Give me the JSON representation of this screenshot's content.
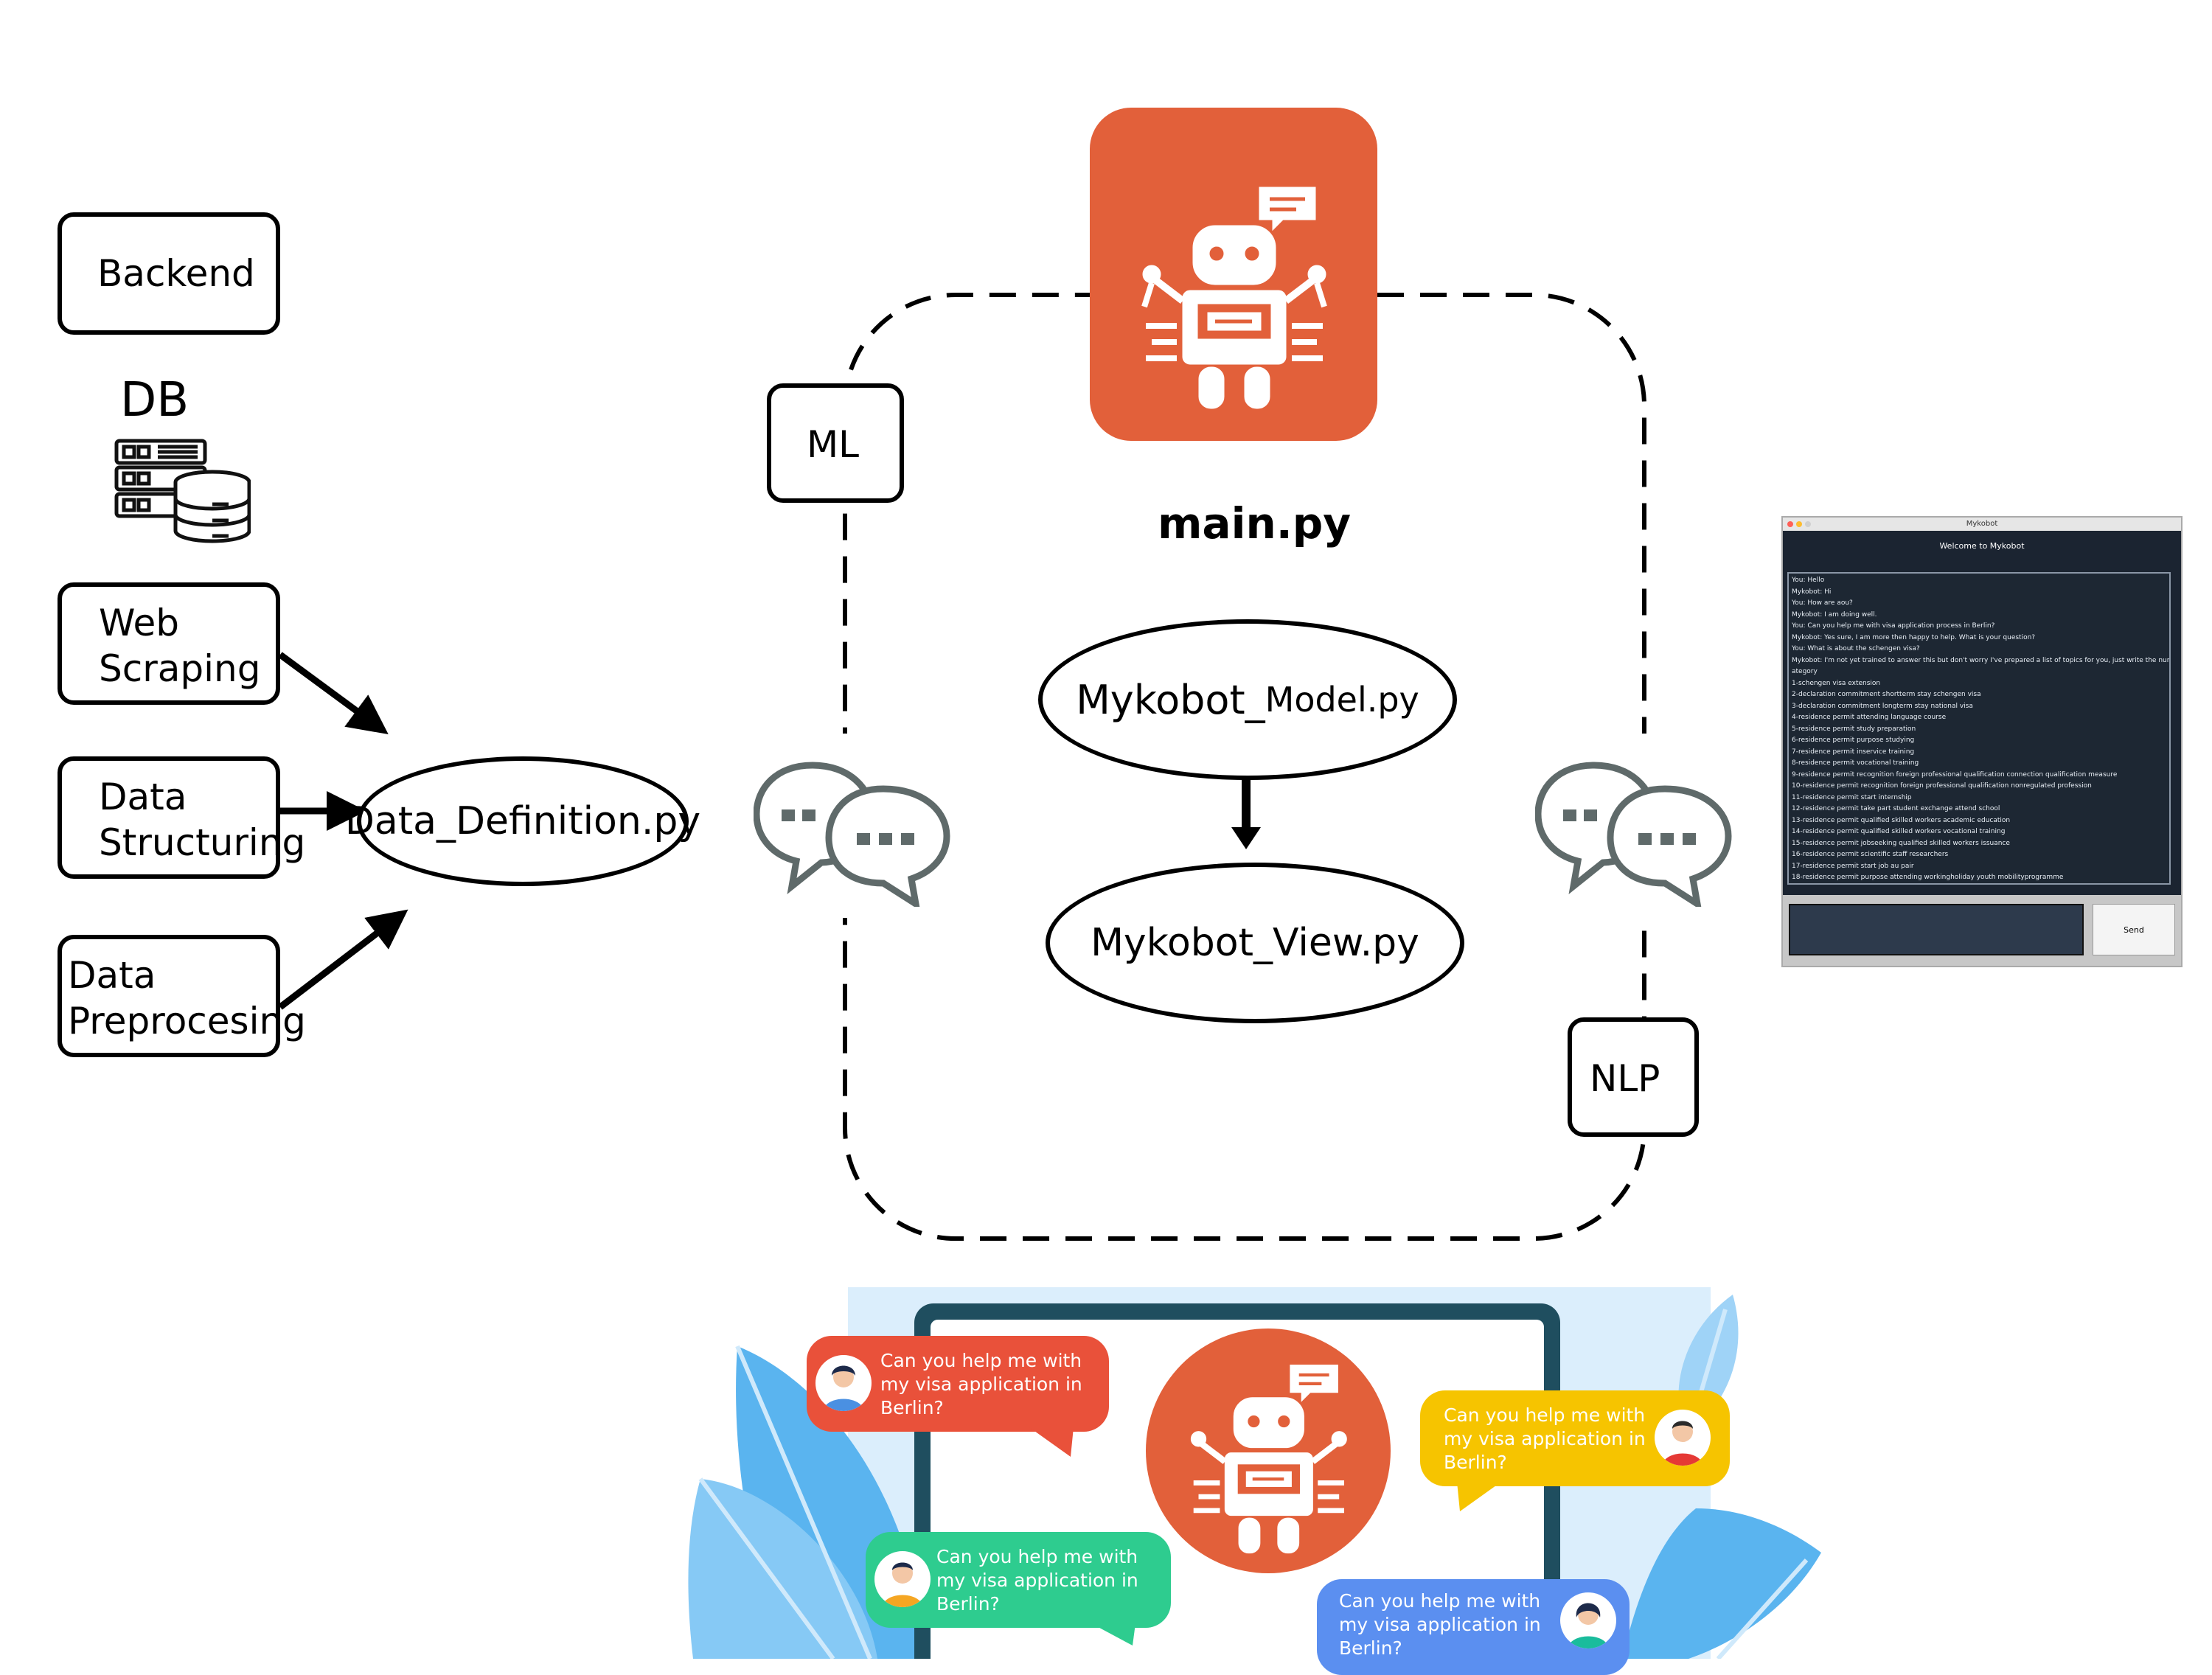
{
  "left_column": {
    "backend_label": "Backend",
    "db_label": "DB",
    "web_scraping_label": [
      "Web",
      "Scraping"
    ],
    "data_structuring_label": [
      "Data",
      "Structuring"
    ],
    "data_preprocessing_label": [
      "Data",
      "Preprocesing"
    ]
  },
  "data_definition_label": "Data_Definition.py",
  "main": {
    "title": "main.py",
    "model_label_prefix": "Mykobot_",
    "model_label_suffix": "Model.py",
    "view_label": "Mykobot_View.py",
    "ml_label": "ML",
    "nlp_label": "NLP"
  },
  "screenshot": {
    "window_title": "Mykobot",
    "header": "Welcome to Mykobot",
    "send_label": "Send",
    "chat_lines": [
      "You: Hello",
      "Mykobot: Hi",
      "You: How are aou?",
      "Mykobot: I am doing well.",
      "You: Can you help me with visa application process in Berlin?",
      "Mykobot: Yes sure, I am more then happy to help. What is your question?",
      "You: What is about the schengen visa?",
      "Mykobot: I'm not yet trained to answer this but don't worry I've prepared a list of topics for you, just write the number of the",
      "ategory",
      "1-schengen visa extension",
      "2-declaration commitment shortterm stay schengen visa",
      "3-declaration commitment longterm stay national visa",
      "4-residence permit attending language course",
      "5-residence permit study preparation",
      "6-residence permit purpose studying",
      "7-residence permit inservice training",
      "8-residence permit vocational training",
      "9-residence permit recognition foreign professional qualification connection qualification measure",
      "10-residence permit recognition foreign professional qualification nonregulated profession",
      "11-residence permit start internship",
      "12-residence permit take part student exchange attend school",
      "13-residence permit qualified skilled workers academic education",
      "14-residence permit qualified skilled workers vocational training",
      "15-residence permit jobseeking qualified skilled workers issuance",
      "16-residence permit scientific staff researchers",
      "17-residence permit start job au pair",
      "18-residence permit purpose attending workingholiday youth mobilityprogramme"
    ]
  },
  "bubbles": [
    {
      "text": "Can you help me with\nmy visa application in\nBerlin?"
    },
    {
      "text": "Can you help me with\nmy visa application in\nBerlin?"
    },
    {
      "text": "Can you help me with\nmy visa application in\nBerlin?"
    },
    {
      "text": "Can you help me with\nmy visa application in\nBerlin?"
    }
  ],
  "icons": {
    "robot": "robot-icon",
    "database": "database-icon",
    "chat": "chat-bubbles-icon"
  },
  "colors": {
    "robot_orange": "#e2603a",
    "bubble_red": "#e9513a",
    "bubble_yellow": "#f6c400",
    "bubble_green": "#2ecc8f",
    "bubble_blue": "#5b8ff0",
    "tablet_frame": "#1f4e5f",
    "leaf_blue": "#5ab4ef"
  }
}
